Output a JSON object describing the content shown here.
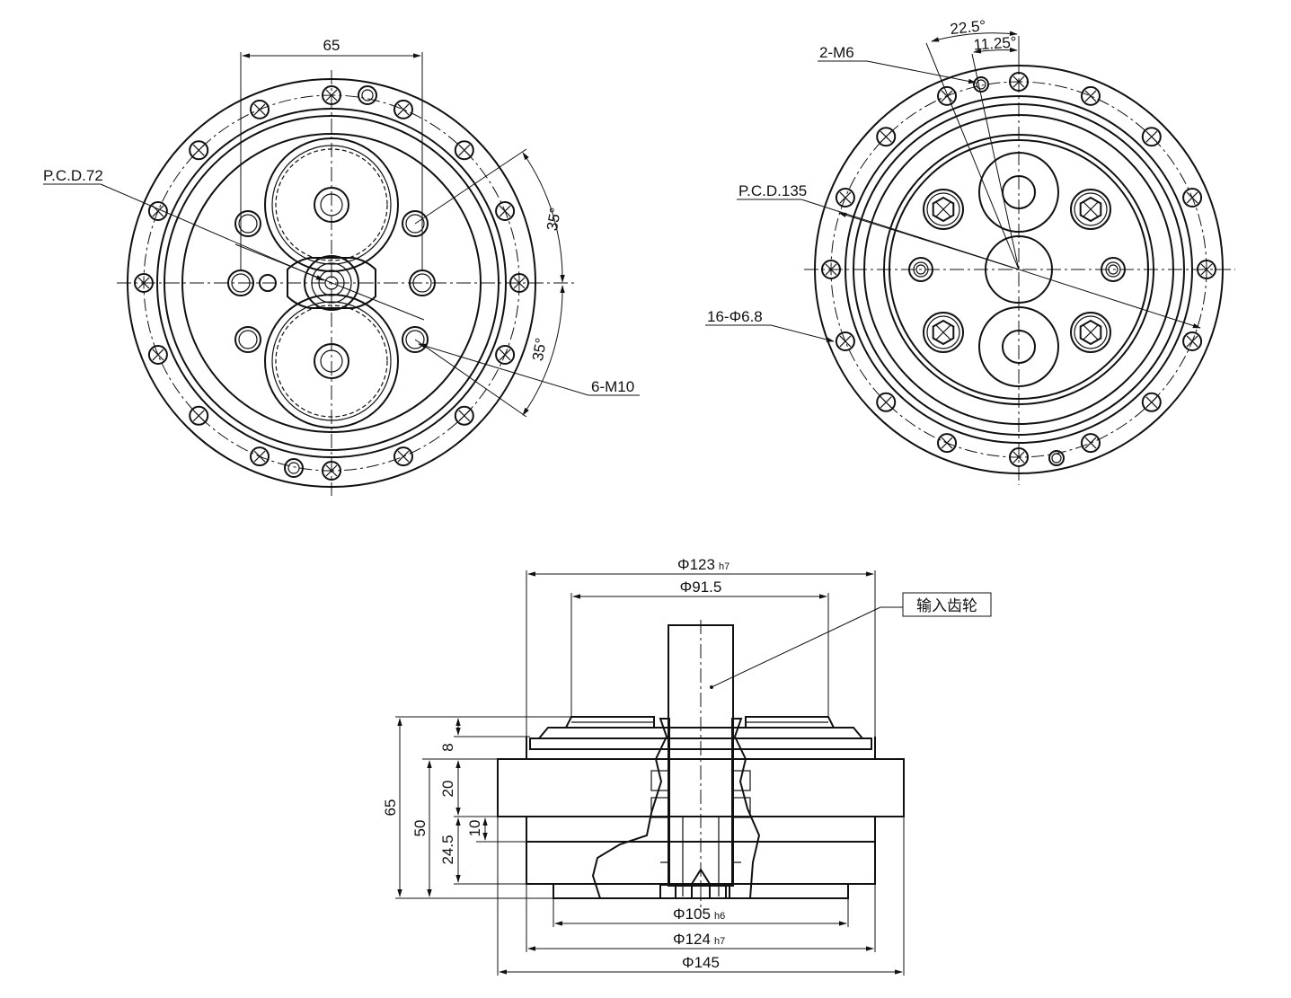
{
  "front_view": {
    "dim_top": "65",
    "pcd_label": "P.C.D.72",
    "angle_1": "35°",
    "angle_2": "35°",
    "tapped_label": "6-M10"
  },
  "rear_view": {
    "angle_big": "22.5°",
    "angle_small": "11.25°",
    "tapped_label": "2-M6",
    "pcd_label": "P.C.D.135",
    "holes_label": "16-Φ6.8"
  },
  "section_view": {
    "dia_top_1": "Φ123",
    "dia_top_1_tol": "h7",
    "dia_top_2": "Φ91.5",
    "callout": "输入齿轮",
    "dia_bot_1": "Φ105",
    "dia_bot_1_tol": "h6",
    "dia_bot_2": "Φ124",
    "dia_bot_2_tol": "h7",
    "dia_bot_3": "Φ145",
    "h_65": "65",
    "h_50": "50",
    "h_8": "8",
    "h_20": "20",
    "h_10": "10",
    "h_24_5": "24.5"
  }
}
